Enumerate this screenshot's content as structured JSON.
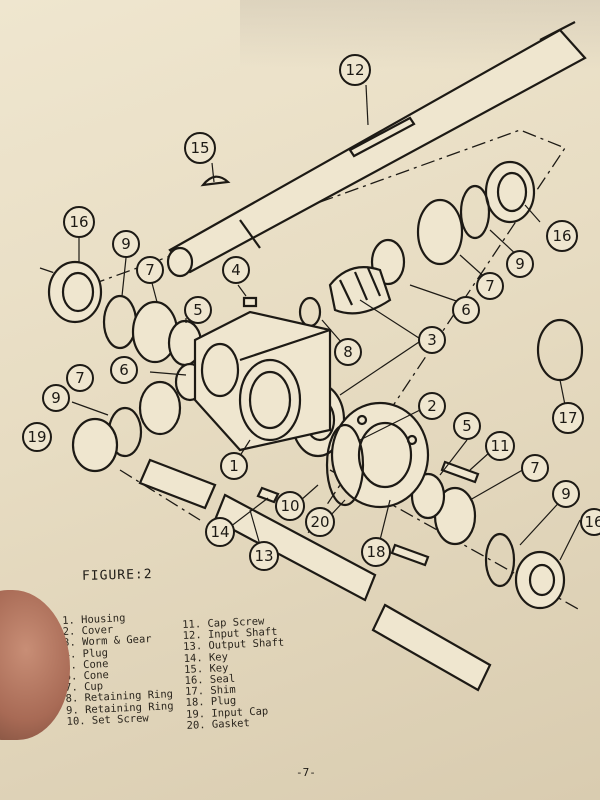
{
  "figure_caption": "FIGURE:2",
  "page_number": "-7-",
  "callouts": [
    "1",
    "2",
    "3",
    "4",
    "5",
    "6",
    "7",
    "8",
    "9",
    "10",
    "11",
    "12",
    "13",
    "14",
    "15",
    "16",
    "17",
    "18",
    "19",
    "20"
  ],
  "legend_left": [
    "1. Housing",
    "2. Cover",
    "3. Worm & Gear",
    "4. Plug",
    "5. Cone",
    "6. Cone",
    "7. Cup",
    "8. Retaining Ring",
    "9. Retaining Ring",
    "10. Set Screw"
  ],
  "legend_right": [
    "11. Cap Screw",
    "12. Input Shaft",
    "13. Output Shaft",
    "14. Key",
    "15. Key",
    "16. Seal",
    "17. Shim",
    "18. Plug",
    "19. Input Cap",
    "20. Gasket"
  ]
}
